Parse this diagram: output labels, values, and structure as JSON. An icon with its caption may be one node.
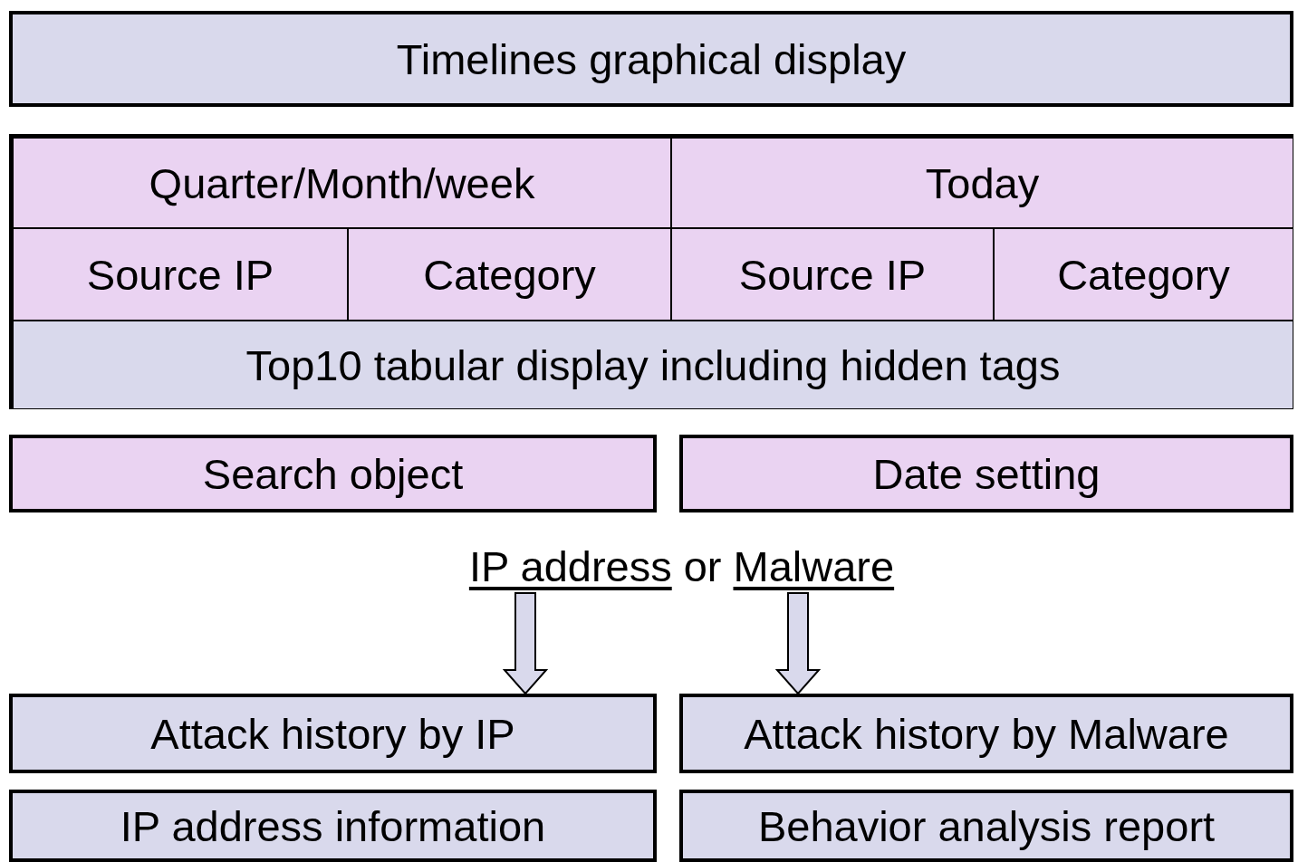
{
  "diagram": {
    "nodes": [
      {
        "text": [
          "Timelines graphical display"
        ]
      },
      {
        "text": [],
        "shape": "box"
      },
      {
        "text": [
          "Quarter/Month/week"
        ],
        "in": 1
      },
      {
        "text": [
          "Today"
        ],
        "in": 1
      },
      {
        "text": [
          "Source IP"
        ],
        "in": 1
      },
      {
        "text": [
          "Category"
        ],
        "in": 1
      },
      {
        "text": [
          "Source IP"
        ],
        "in": 1
      },
      {
        "text": [
          "Category"
        ],
        "in": 1
      },
      {
        "text": [
          "Top10 tabular display including hidden tags"
        ],
        "in": 1
      },
      {
        "text": [
          "Search object"
        ]
      },
      {
        "text": [
          "Date setting"
        ]
      },
      {
        "text": [
          "IP address"
        ]
      },
      {
        "text": [
          "Malware"
        ]
      },
      {
        "text": [
          "Attack history by IP"
        ]
      },
      {
        "text": [
          "Attack history by Malware"
        ]
      },
      {
        "text": [
          "IP address information"
        ]
      },
      {
        "text": [
          "Behavior analysis report"
        ]
      }
    ],
    "edges": [
      {
        "from": 11,
        "to": 13,
        "arrow": "to"
      },
      {
        "from": 12,
        "to": 14,
        "arrow": "to"
      }
    ],
    "labels": [
      "or"
    ]
  }
}
